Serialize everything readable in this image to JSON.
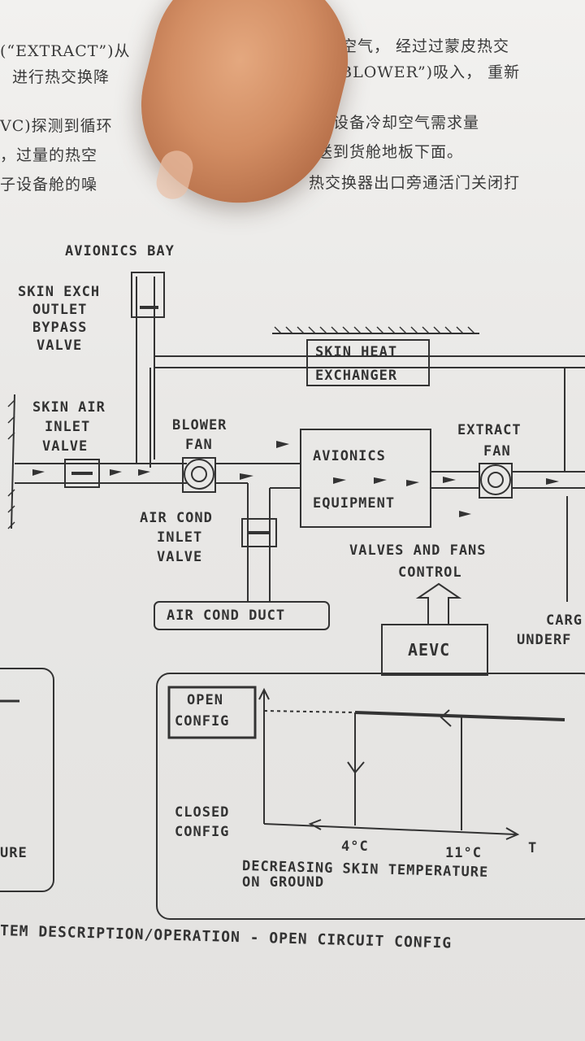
{
  "chinese_text": {
    "line1_a": "(“EXTRACT”)从",
    "line1_b": "的空气，  经过过蒙皮热交",
    "line2_a": "进行热交换降",
    "line2_b": "(“BLOWER”)吸入，  重新",
    "line3_a": "VC)探测到循环",
    "line3_b": "电子设备冷却空气需求量",
    "line4_a": "，过量的热空",
    "line4_b": "并送到货舱地板下面。",
    "line5_a": "子设备舱的噪",
    "line5_b": "热交换器出口旁通活门关闭打"
  },
  "diagram": {
    "avionics_bay": "AVIONICS BAY",
    "skin_exch_bypass": [
      "SKIN EXCH",
      "OUTLET",
      "BYPASS",
      "VALVE"
    ],
    "skin_heat_exchanger": [
      "SKIN HEAT",
      "EXCHANGER"
    ],
    "skin_air_inlet": [
      "SKIN AIR",
      "INLET",
      "VALVE"
    ],
    "blower_fan": [
      "BLOWER",
      "FAN"
    ],
    "avionics_equipment": [
      "AVIONICS",
      "EQUIPMENT"
    ],
    "extract_fan": [
      "EXTRACT",
      "FAN"
    ],
    "air_cond_inlet": [
      "AIR COND",
      "INLET",
      "VALVE"
    ],
    "valves_fans_control": [
      "VALVES AND FANS",
      "CONTROL"
    ],
    "air_cond_duct": "AIR COND DUCT",
    "aevc": "AEVC",
    "cargo_partial": [
      "CARG",
      "UNDERF"
    ]
  },
  "graph": {
    "open_config": [
      "OPEN",
      "CONFIG"
    ],
    "closed_config": [
      "CLOSED",
      "CONFIG"
    ],
    "temp_4": "4°C",
    "temp_11": "11°C",
    "axis_t": "T",
    "xlabel": [
      "DECREASING SKIN TEMPERATURE",
      "ON GROUND"
    ],
    "left_partial": "URE"
  },
  "caption": "TEM DESCRIPTION/OPERATION - OPEN CIRCUIT CONFIG"
}
